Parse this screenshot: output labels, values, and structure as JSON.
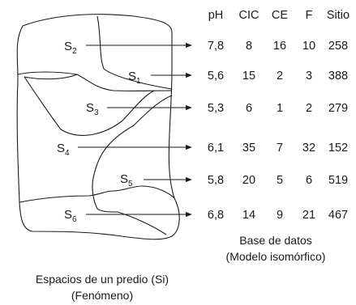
{
  "regions": [
    {
      "id": "S",
      "sub": "2"
    },
    {
      "id": "S",
      "sub": "1"
    },
    {
      "id": "S",
      "sub": "3"
    },
    {
      "id": "S",
      "sub": "4"
    },
    {
      "id": "S",
      "sub": "5"
    },
    {
      "id": "S",
      "sub": "6"
    }
  ],
  "table": {
    "headers": [
      "pH",
      "CIC",
      "CE",
      "F",
      "Sitio"
    ],
    "rows": [
      [
        "7,8",
        "8",
        "16",
        "10",
        "258"
      ],
      [
        "5,6",
        "15",
        "2",
        "3",
        "388"
      ],
      [
        "5,3",
        "6",
        "1",
        "2",
        "279"
      ],
      [
        "6,1",
        "35",
        "7",
        "32",
        "152"
      ],
      [
        "5,8",
        "20",
        "5",
        "6",
        "519"
      ],
      [
        "6,8",
        "14",
        "9",
        "21",
        "467"
      ]
    ]
  },
  "captions": {
    "left_line1": "Espacios de un predio (Si)",
    "left_line2": "(Fenómeno)",
    "right_line1": "Base de datos",
    "right_line2": "(Modelo isomórfico)"
  }
}
